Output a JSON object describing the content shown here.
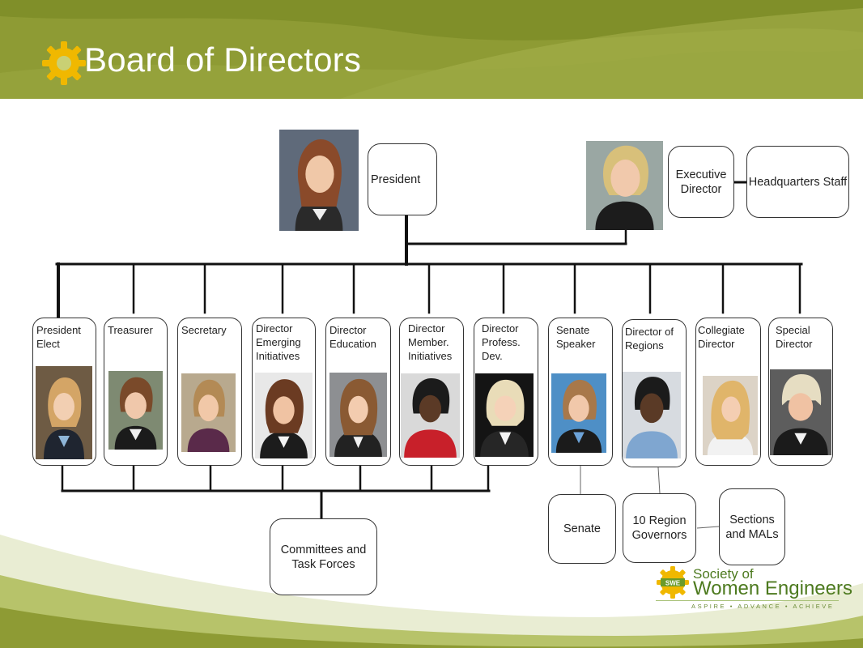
{
  "title": "Board of Directors",
  "colors": {
    "header_olive": "#8e9b34",
    "header_dark": "#7b8a25",
    "gear": "#f0b800",
    "logo_green": "#4d7a1f"
  },
  "top": {
    "president": "President",
    "executive_director": "Executive Director",
    "headquarters_staff": "Headquarters Staff"
  },
  "board": [
    {
      "label": "President\nElect"
    },
    {
      "label": "Treasurer"
    },
    {
      "label": "Secretary"
    },
    {
      "label": "Director\nEmerging\nInitiatives"
    },
    {
      "label": "Director\nEducation"
    },
    {
      "label": "Director\nMember.\nInitiatives"
    },
    {
      "label": "Director\nProfess.\nDev."
    },
    {
      "label": "Senate\nSpeaker"
    },
    {
      "label": "Director of\nRegions"
    },
    {
      "label": "Collegiate\nDirector"
    },
    {
      "label": "Special\nDirector"
    }
  ],
  "bottom": {
    "committees": "Committees and Task Forces",
    "senate": "Senate",
    "region_governors": "10 Region Governors",
    "sections": "Sections and MALs"
  },
  "logo": {
    "badge": "SWE",
    "line1": "Society of",
    "line2": "Women Engineers",
    "tagline": "ASPIRE • ADVANCE • ACHIEVE"
  }
}
